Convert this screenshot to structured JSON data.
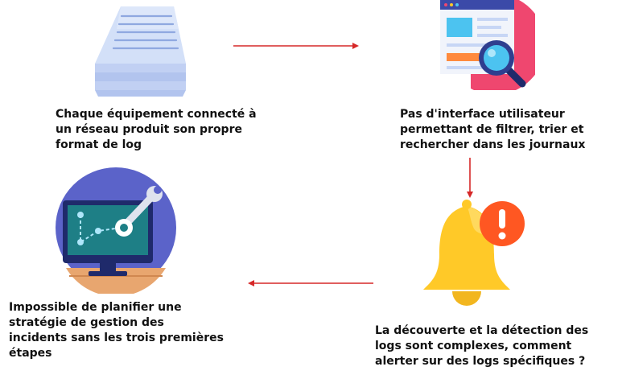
{
  "colors": {
    "arrow": "#d62828",
    "paper": "#c7d6f5",
    "paper_lines": "#8fa8e0",
    "pink": "#ef476f",
    "window": "#f1f4fb",
    "blue": "#4cc3f0",
    "orange": "#ff8a3d",
    "bell": "#ffc928",
    "alert": "#ff5722",
    "monitor_circle": "#5b63c9",
    "screen": "#1e7f86",
    "desk": "#e8a66f"
  },
  "steps": [
    {
      "icon": "document-stack-icon",
      "text": "Chaque équipement connecté à un réseau produit son propre format de log"
    },
    {
      "icon": "browser-search-icon",
      "text": "Pas d'interface utilisateur permettant de filtrer, trier et rechercher dans les journaux"
    },
    {
      "icon": "alert-bell-icon",
      "text": "La découverte et la détection des logs sont complexes, comment alerter sur des logs spécifiques ?"
    },
    {
      "icon": "monitor-wrench-icon",
      "text": "Impossible de planifier une stratégie de gestion des incidents sans les trois premières étapes"
    }
  ],
  "flow": [
    "right",
    "down",
    "left"
  ]
}
